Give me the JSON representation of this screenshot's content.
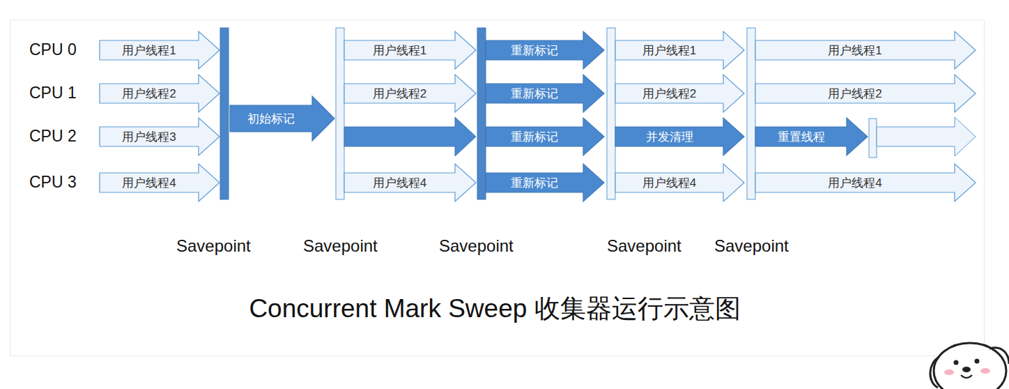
{
  "diagram": {
    "caption": "Concurrent Mark Sweep 收集器运行示意图",
    "nodes": [
      {
        "text": [
          "用户线程1"
        ]
      },
      {
        "text": [
          "用户线程2"
        ]
      },
      {
        "text": [
          "用户线程3"
        ]
      },
      {
        "text": [
          "用户线程4"
        ]
      },
      {
        "text": [
          "初始标记"
        ]
      },
      {
        "text": [
          "用户线程1"
        ]
      },
      {
        "text": [
          "用户线程2"
        ]
      },
      {
        "text": [
          "用户线程4"
        ]
      },
      {
        "text": [
          "重新标记"
        ]
      },
      {
        "text": [
          "重新标记"
        ]
      },
      {
        "text": [
          "重新标记"
        ]
      },
      {
        "text": [
          "重新标记"
        ]
      },
      {
        "text": [
          "用户线程1"
        ]
      },
      {
        "text": [
          "用户线程2"
        ]
      },
      {
        "text": [
          "并发清理"
        ]
      },
      {
        "text": [
          "用户线程4"
        ]
      },
      {
        "text": [
          "用户线程1"
        ]
      },
      {
        "text": [
          "用户线程2"
        ]
      },
      {
        "text": [
          "重置线程"
        ]
      },
      {
        "text": [
          "用户线程4"
        ]
      }
    ],
    "labels": [
      "CPU 0",
      "CPU 1",
      "CPU 2",
      "CPU 3",
      "Savepoint",
      "Savepoint",
      "Savepoint",
      "Savepoint",
      "Savepoint"
    ]
  }
}
